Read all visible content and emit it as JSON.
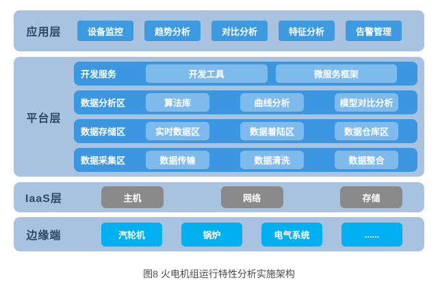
{
  "figure": {
    "caption": "图8 火电机组运行特性分析实施架构"
  },
  "colors": {
    "layer-bg": "#a9c2e0",
    "app-btn": "#3e9ade",
    "row-bg": "#3d96e0",
    "row-btn": "#7ebaeb",
    "iaas-btn": "#8a8a8a",
    "edge-btn": "#00b0f0",
    "label-text": "#2d4766",
    "btn-text": "#ffffff",
    "caption-text": "#4a4a4a"
  },
  "layers": [
    {
      "id": "application",
      "label": "应用层",
      "items": [
        "设备监控",
        "趋势分析",
        "对比分析",
        "特征分析",
        "告警管理"
      ]
    },
    {
      "id": "platform",
      "label": "平台层",
      "rows": [
        {
          "label": "开发服务",
          "items": [
            "开发工具",
            "微服务框架"
          ]
        },
        {
          "label": "数据分析区",
          "items": [
            "算法库",
            "曲线分析",
            "模型对比分析"
          ]
        },
        {
          "label": "数据存储区",
          "items": [
            "实时数据区",
            "数据着陆区",
            "数据仓库区"
          ]
        },
        {
          "label": "数据采集区",
          "items": [
            "数据传输",
            "数据清洗",
            "数据整合"
          ]
        }
      ]
    },
    {
      "id": "iaas",
      "label": "IaaS层",
      "items": [
        "主机",
        "网络",
        "存储"
      ]
    },
    {
      "id": "edge",
      "label": "边缘端",
      "items": [
        "汽轮机",
        "锅炉",
        "电气系统",
        "......"
      ]
    }
  ]
}
